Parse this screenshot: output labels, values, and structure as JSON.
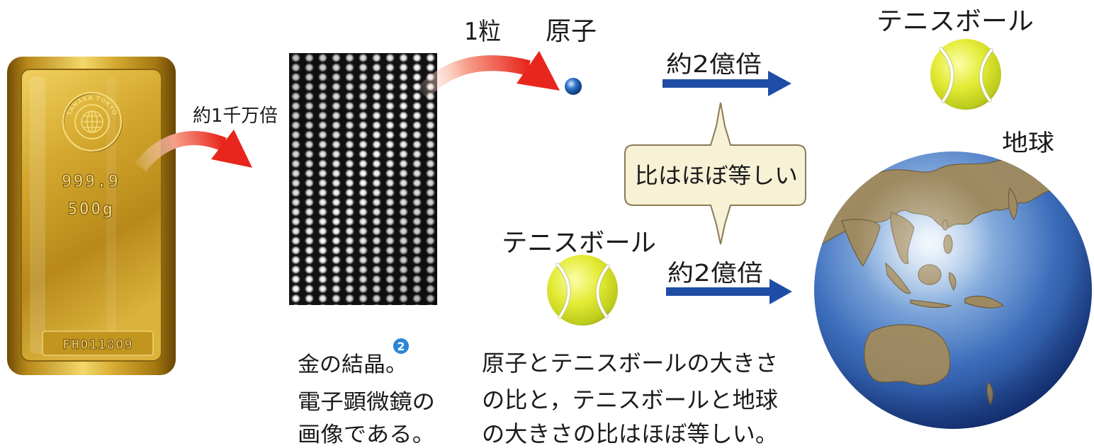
{
  "gold_bar": {
    "logo_text": "TANAKA TOKYO",
    "purity": "999.9",
    "weight": "500g",
    "serial": "FH011809"
  },
  "magnify_to_crystal": "約1千万倍",
  "crystal_caption": {
    "line1": "金の結晶。",
    "line2": "電子顕微鏡の",
    "line3": "画像である。",
    "note_number": "2"
  },
  "atom": {
    "count_label": "1粒",
    "name_label": "原子"
  },
  "scale_arrows": {
    "top": "約2億倍",
    "bottom": "約2億倍"
  },
  "tennis_ball_top_label": "テニスボール",
  "tennis_ball_mid_label": "テニスボール",
  "earth_label": "地球",
  "ratio_bubble": "比はほぼ等しい",
  "summary_caption": {
    "line1": "原子とテニスボールの大きさ",
    "line2": "の比と，テニスボールと地球",
    "line3": "の大きさの比はほぼ等しい。"
  },
  "colors": {
    "gold": "#d9ae35",
    "red_arrow": "#e8261d",
    "blue_arrow": "#1f4da6",
    "atom": "#2f74c8",
    "tennis_ball": "#e3ea33",
    "ocean": "#3c6fbe",
    "land": "#9e8a60",
    "bubble_fill": "#f7f1d6",
    "note_badge": "#2a86d6"
  }
}
